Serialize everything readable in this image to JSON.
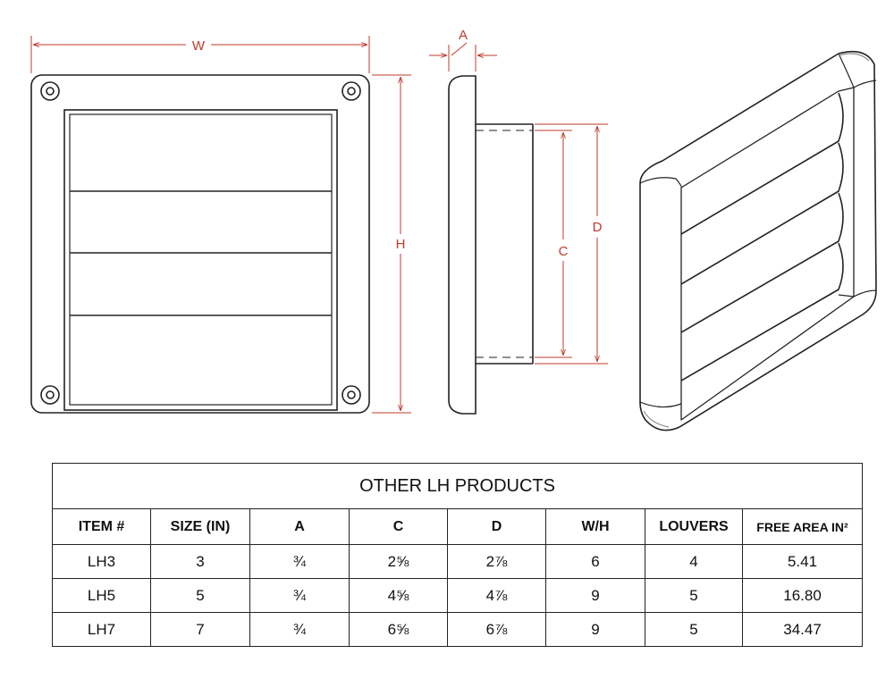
{
  "diagram": {
    "dimension_labels": {
      "width": "W",
      "height": "H",
      "depth": "A",
      "inner": "C",
      "outer": "D"
    },
    "colors": {
      "line": "#222222",
      "dimension": "#c0392b"
    }
  },
  "table": {
    "title": "OTHER LH PRODUCTS",
    "headers": [
      "ITEM #",
      "SIZE (IN)",
      "A",
      "C",
      "D",
      "W/H",
      "LOUVERS",
      "FREE AREA IN²"
    ],
    "rows": [
      [
        "LH3",
        "3",
        "¾",
        "2⅝",
        "2⅞",
        "6",
        "4",
        "5.41"
      ],
      [
        "LH5",
        "5",
        "¾",
        "4⅝",
        "4⅞",
        "9",
        "5",
        "16.80"
      ],
      [
        "LH7",
        "7",
        "¾",
        "6⅝",
        "6⅞",
        "9",
        "5",
        "34.47"
      ]
    ]
  }
}
